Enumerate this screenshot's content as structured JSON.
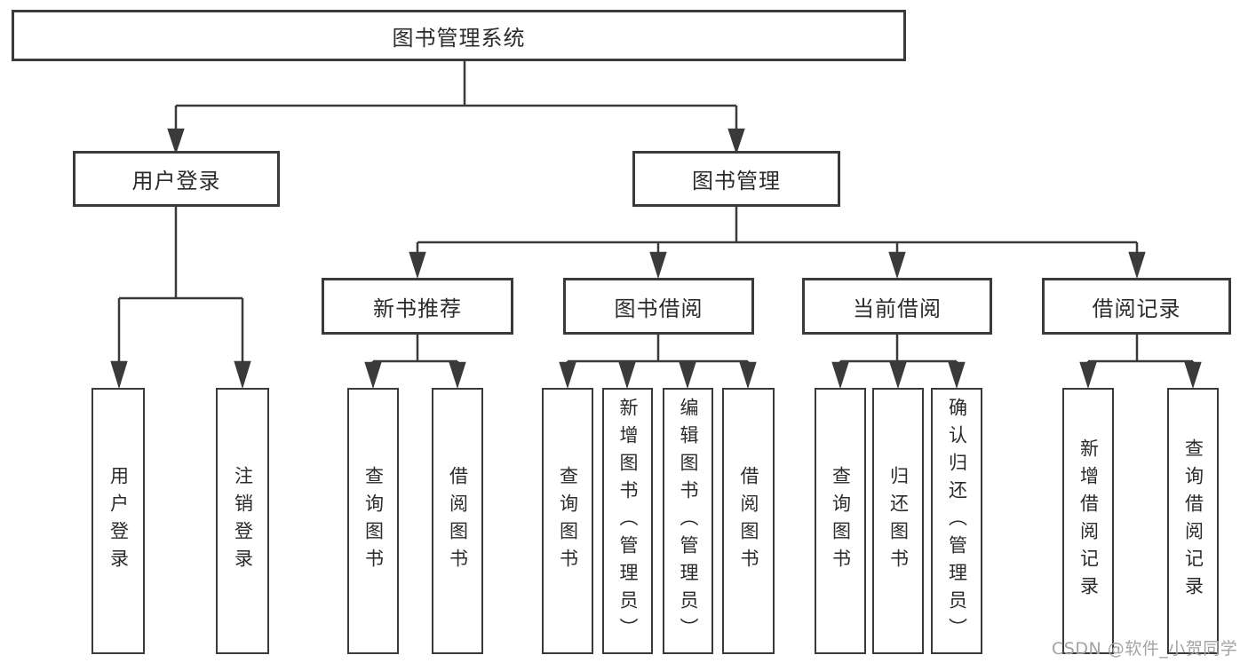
{
  "diagram": {
    "root": {
      "label": "图书管理系统"
    },
    "level2": {
      "user_login": {
        "label": "用户登录"
      },
      "book_mgmt": {
        "label": "图书管理"
      }
    },
    "level3": {
      "new_book_rec": {
        "label": "新书推荐"
      },
      "book_borrow": {
        "label": "图书借阅"
      },
      "current_borrow": {
        "label": "当前借阅"
      },
      "borrow_record": {
        "label": "借阅记录"
      }
    },
    "leaves": {
      "user_login_leaf": {
        "label": "用户登录"
      },
      "logout": {
        "label": "注销登录"
      },
      "rec_query_book": {
        "label": "查询图书"
      },
      "rec_borrow_book": {
        "label": "借阅图书"
      },
      "bb_query_book": {
        "label": "查询图书"
      },
      "bb_add_book": {
        "label": "新增图书（管理员）"
      },
      "bb_edit_book": {
        "label": "编辑图书（管理员）"
      },
      "bb_borrow_book": {
        "label": "借阅图书"
      },
      "cb_query_book": {
        "label": "查询图书"
      },
      "cb_return_book": {
        "label": "归还图书"
      },
      "cb_confirm_return": {
        "label": "确认归还（管理员）"
      },
      "br_add_record": {
        "label": "新增借阅记录"
      },
      "br_query_record": {
        "label": "查询借阅记录"
      }
    }
  },
  "watermark": {
    "text": "CSDN @软件_小贺同学"
  },
  "colors": {
    "line": "#3a3a3a",
    "text": "#2b2b2b",
    "box_bg": "#ffffff",
    "watermark": "#a3a3a3"
  }
}
